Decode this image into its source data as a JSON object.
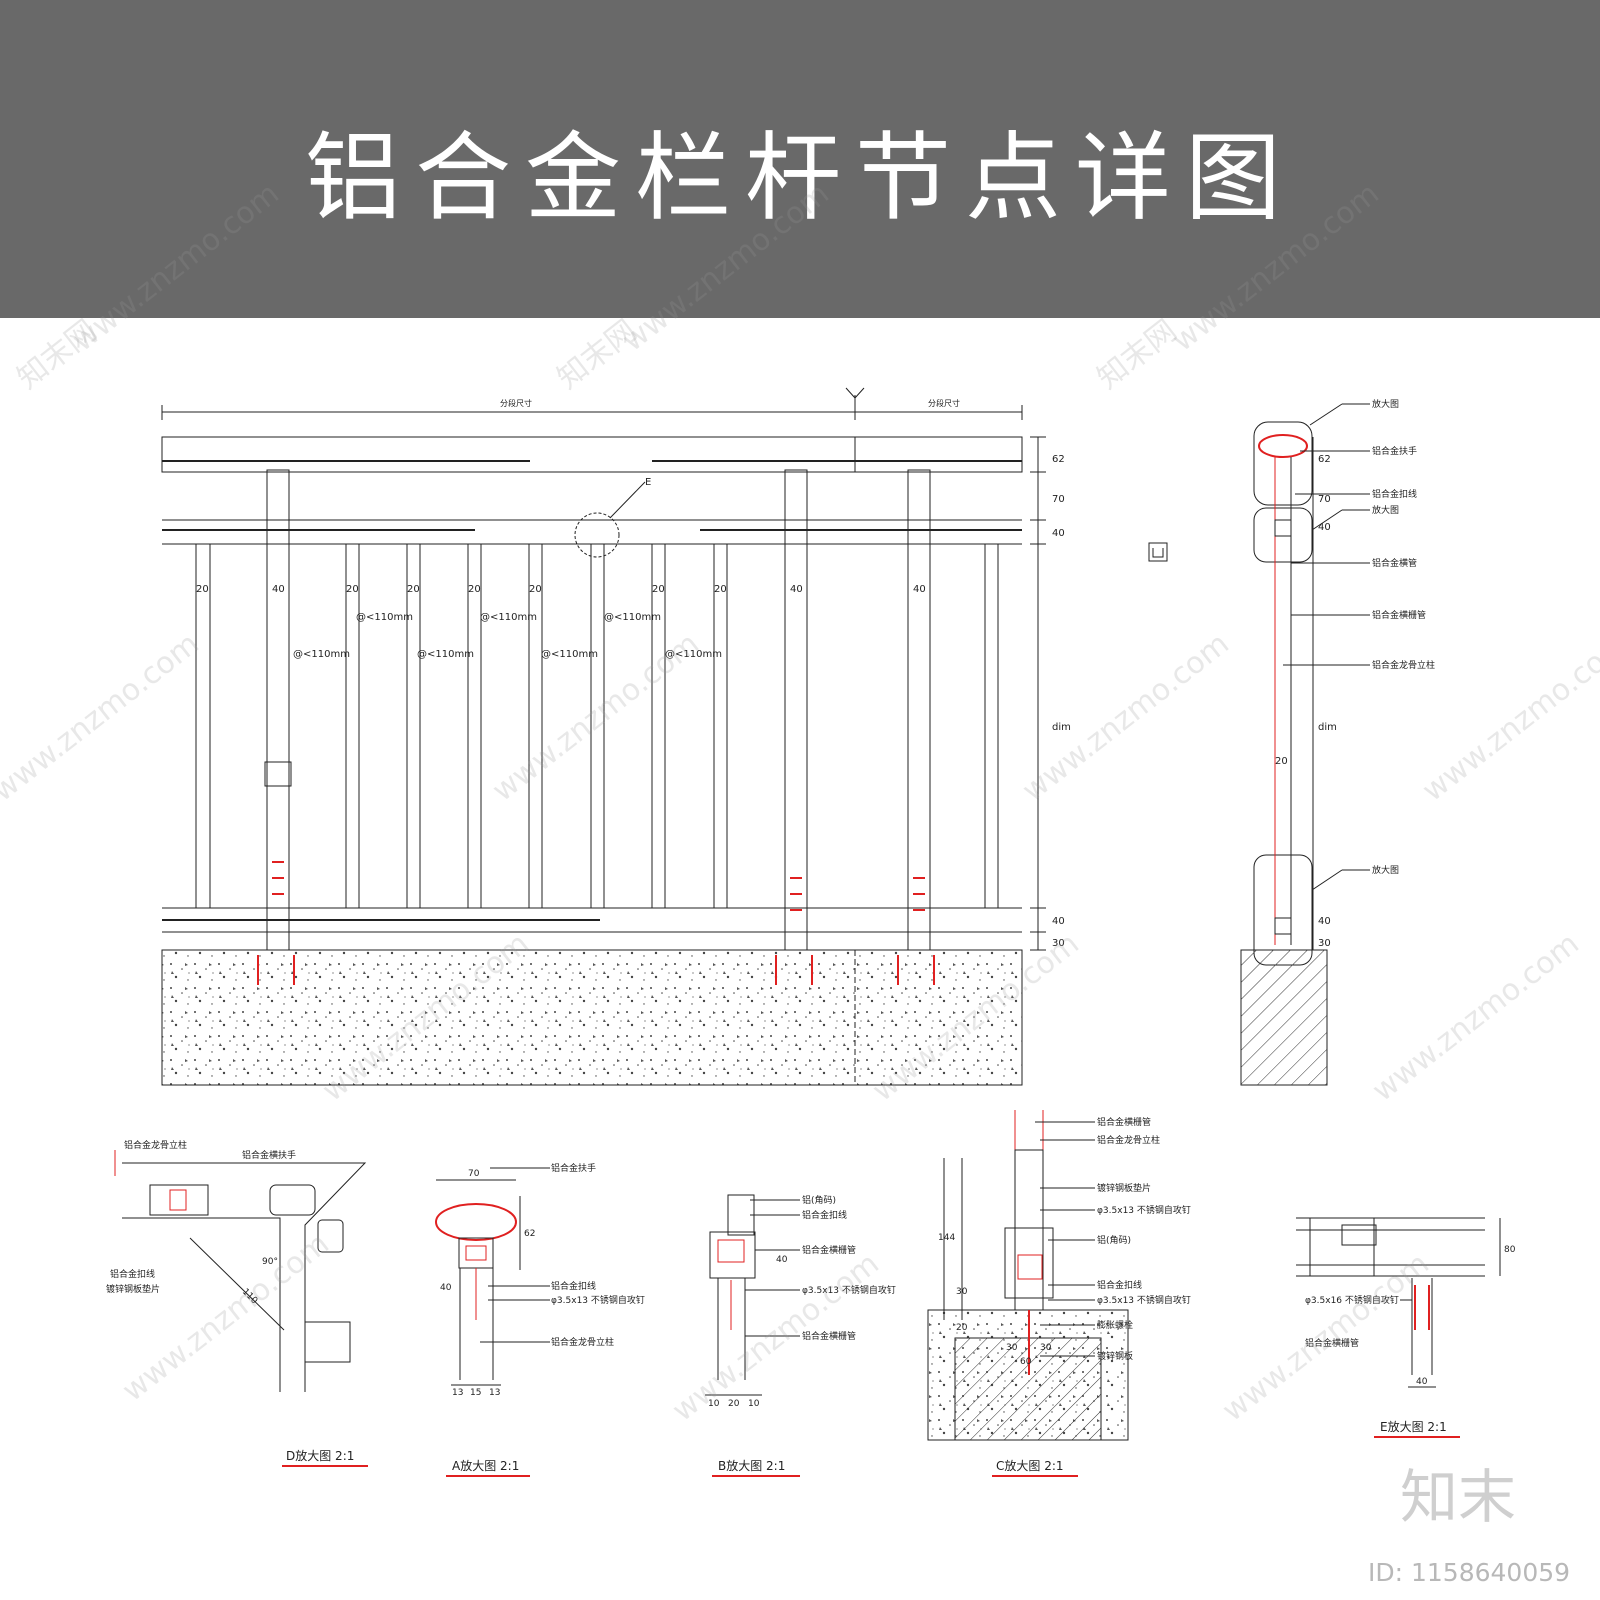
{
  "banner": {
    "title": "铝合金栏杆节点详图"
  },
  "elevation": {
    "top_dim_left": "分段尺寸",
    "top_dim_right": "分段尺寸",
    "callout_e": "E",
    "right_dims": [
      "62",
      "70",
      "40",
      "dim",
      "40",
      "30"
    ],
    "widths": [
      "20",
      "40",
      "20",
      "20",
      "20",
      "20",
      "20",
      "20",
      "40",
      "40"
    ],
    "spacing": [
      "@<110mm",
      "@<110mm",
      "@<110mm",
      "@<110mm",
      "@<110mm",
      "@<110mm",
      "@<110mm"
    ]
  },
  "section": {
    "labels": [
      "放大图",
      "铝合金扶手",
      "铝合金扣线",
      "放大图",
      "铝合金横管",
      "铝合金横栅管",
      "铝合金龙骨立柱",
      "放大图"
    ],
    "dims": [
      "62",
      "70",
      "40",
      "dim",
      "20",
      "40",
      "30"
    ]
  },
  "details": [
    {
      "caption": "D放大图  2:1",
      "labels": [
        "铝合金龙骨立柱",
        "铝合金横扶手",
        "铝合金扣线",
        "镀锌钢板垫片"
      ],
      "dims": [
        "90°",
        "110"
      ]
    },
    {
      "caption": "A放大图  2:1",
      "labels": [
        "铝合金扶手",
        "铝合金扣线",
        "φ3.5x13 不锈钢自攻钉",
        "铝合金龙骨立柱"
      ],
      "dims": [
        "70",
        "62",
        "40",
        "13",
        "15",
        "13"
      ]
    },
    {
      "caption": "B放大图  2:1",
      "labels": [
        "铝(角码)",
        "铝合金扣线",
        "铝合金横栅管",
        "φ3.5x13 不锈钢自攻钉",
        "铝合金横栅管"
      ],
      "dims": [
        "40",
        "10",
        "20",
        "10"
      ]
    },
    {
      "caption": "C放大图  2:1",
      "labels": [
        "铝合金横栅管",
        "铝合金龙骨立柱",
        "镀锌钢板垫片",
        "φ3.5x13 不锈钢自攻钉",
        "铝(角码)",
        "铝合金扣线",
        "φ3.5x13 不锈钢自攻钉",
        "膨胀螺栓",
        "镀锌钢板"
      ],
      "dims": [
        "144",
        "30",
        "20",
        "30",
        "30",
        "60"
      ]
    },
    {
      "caption": "E放大图  2:1",
      "labels": [
        "φ3.5x16 不锈钢自攻钉",
        "铝合金横栅管"
      ],
      "dims": [
        "80",
        "40"
      ]
    }
  ],
  "watermark": {
    "text": "www.znzmo.com",
    "brand": "知末网"
  },
  "footer": {
    "brand": "知末",
    "id": "ID: 1158640059"
  }
}
